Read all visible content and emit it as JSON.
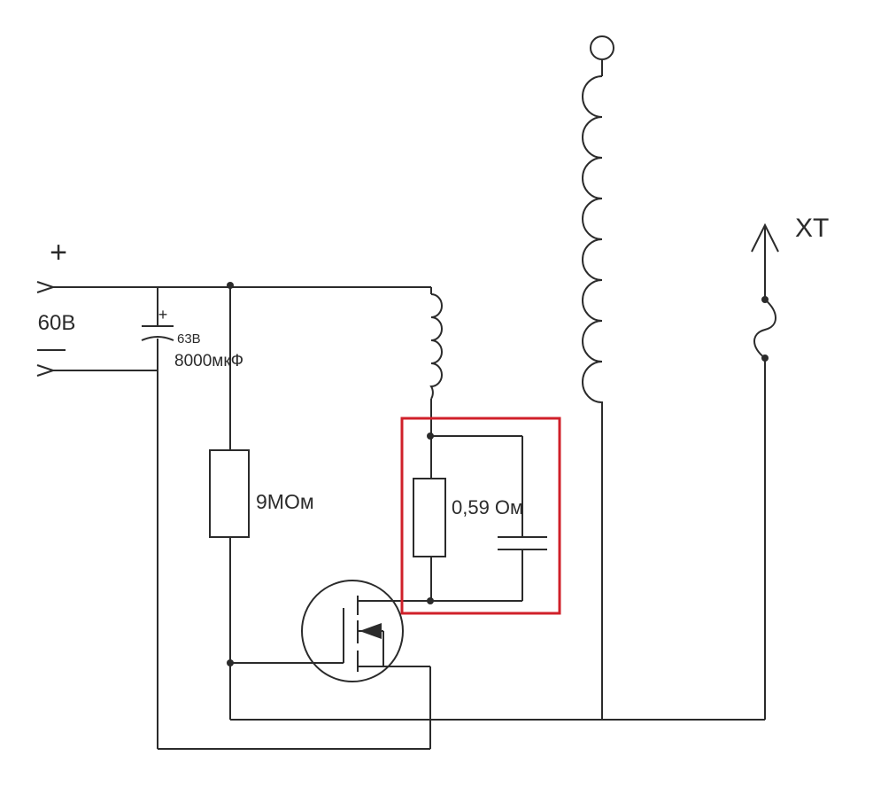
{
  "labels": {
    "plus": "+",
    "minus": "—",
    "voltage": "60В",
    "cap_plus": "+",
    "cap_voltage": "63В",
    "cap_capacitance": "8000мкФ",
    "gate_resistor": "9МОм",
    "sense_resistor": "0,59 Ом",
    "output": "XT"
  },
  "colors": {
    "wire": "#2b2b2b",
    "highlight": "#d0202a"
  },
  "highlighted_block": "0,59 Ом"
}
